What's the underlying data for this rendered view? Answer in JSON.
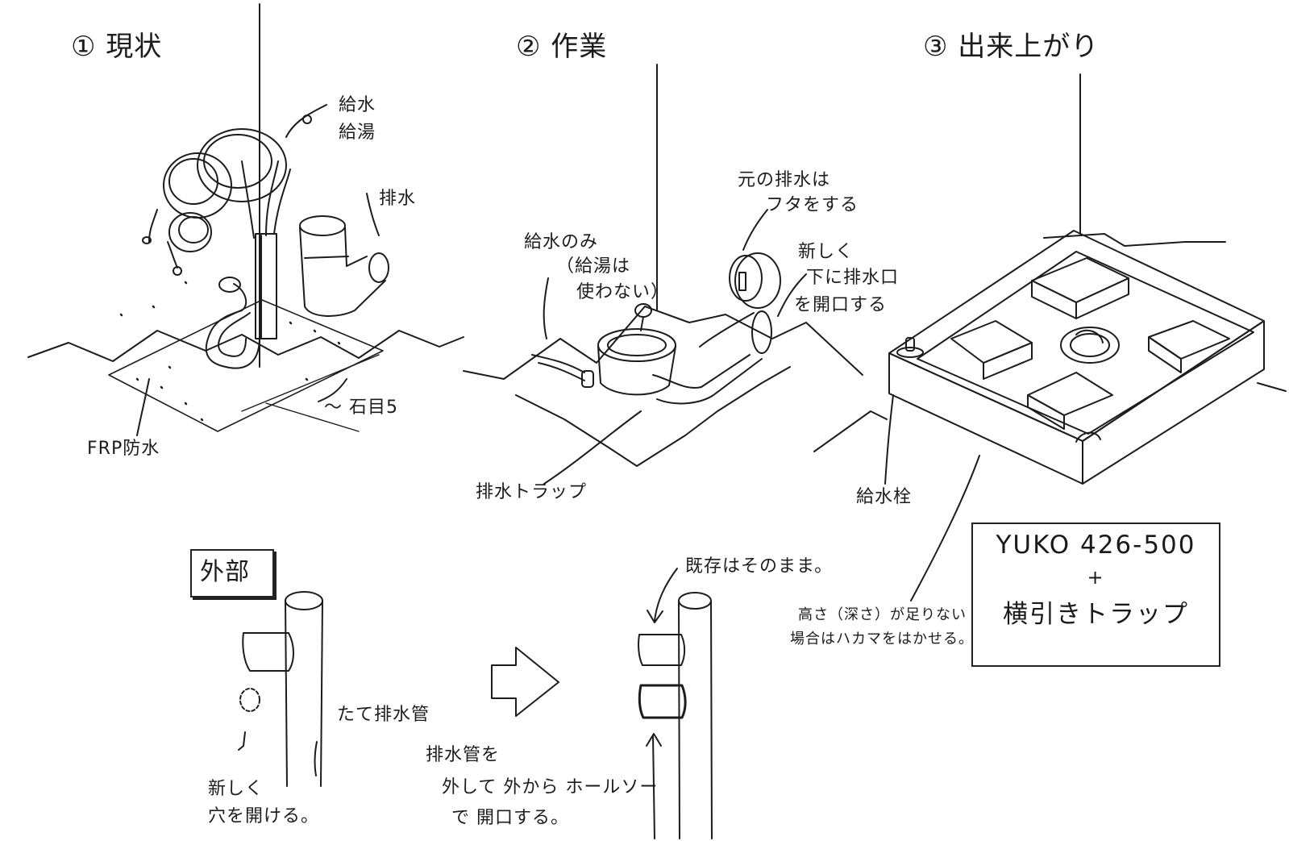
{
  "panels": {
    "p1": {
      "title": "① 現状"
    },
    "p2": {
      "title": "② 作業"
    },
    "p3": {
      "title": "③ 出来上がり"
    }
  },
  "labels": {
    "supply_water": "給水",
    "supply_hot": "給湯",
    "drain": "排水",
    "frp": "FRP防水",
    "gravel": "〜 石目5",
    "supply_only_1": "給水のみ",
    "supply_only_2": "（給湯は",
    "supply_only_3": "使わない）",
    "old_drain_1": "元の排水は",
    "old_drain_2": "フタをする",
    "new_open_1": "新しく",
    "new_open_2": "下に排水口",
    "new_open_3": "を開口する",
    "drain_trap": "排水トラップ",
    "faucet": "給水栓",
    "model_line1": "YUKO 426-500",
    "model_plus": "+",
    "model_line2": "横引きトラップ",
    "height_note_1": "高さ（深さ）が足りない",
    "height_note_2": "場合はハカマをはかせる。",
    "exterior": "外部",
    "vertical_pipe": "たて排水管",
    "new_hole_1": "新しく",
    "new_hole_2": "穴を開ける。",
    "drain_ext_1": "排水管を",
    "drain_ext_2": "外して 外から ホールソー",
    "drain_ext_3": "で 開口する。",
    "existing": "既存はそのまま。"
  },
  "colors": {
    "ink": "#1c1c1c",
    "paper": "#ffffff"
  }
}
